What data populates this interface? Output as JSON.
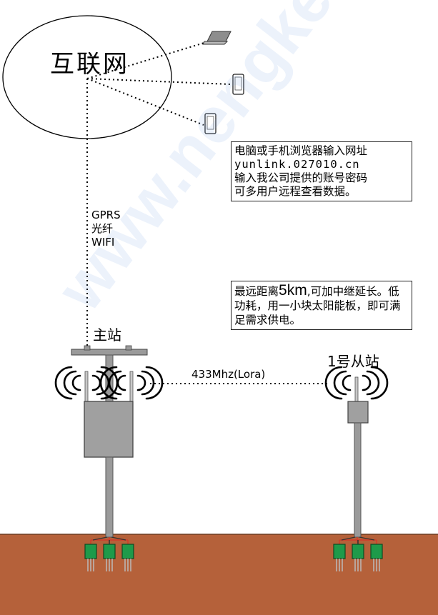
{
  "cloud": {
    "label": "互联网"
  },
  "links": {
    "uplink_lines": [
      "GPRS",
      "光纤",
      "WIFI"
    ],
    "radio_label": "433Mhz(Lora)"
  },
  "stations": {
    "main": "主站",
    "sub": "1号从站"
  },
  "notes": {
    "access": {
      "line1": "电脑或手机浏览器输入网址",
      "url": "yunlink.027010.cn",
      "line3": "输入我公司提供的账号密码",
      "line4": "可多用户远程查看数据。"
    },
    "range": {
      "prefix": "最远距离",
      "distance": "5km",
      "rest": ",可加中继延长。低功耗，用一小块太阳能板，即可满足需求供电。"
    }
  },
  "watermark": "www.nengke.com",
  "colors": {
    "soil": "#b5613a",
    "pole": "#9a9a9a",
    "box": "#a0a0a0",
    "sensor": "#1e9a4a",
    "wire": "#d23a2a"
  }
}
